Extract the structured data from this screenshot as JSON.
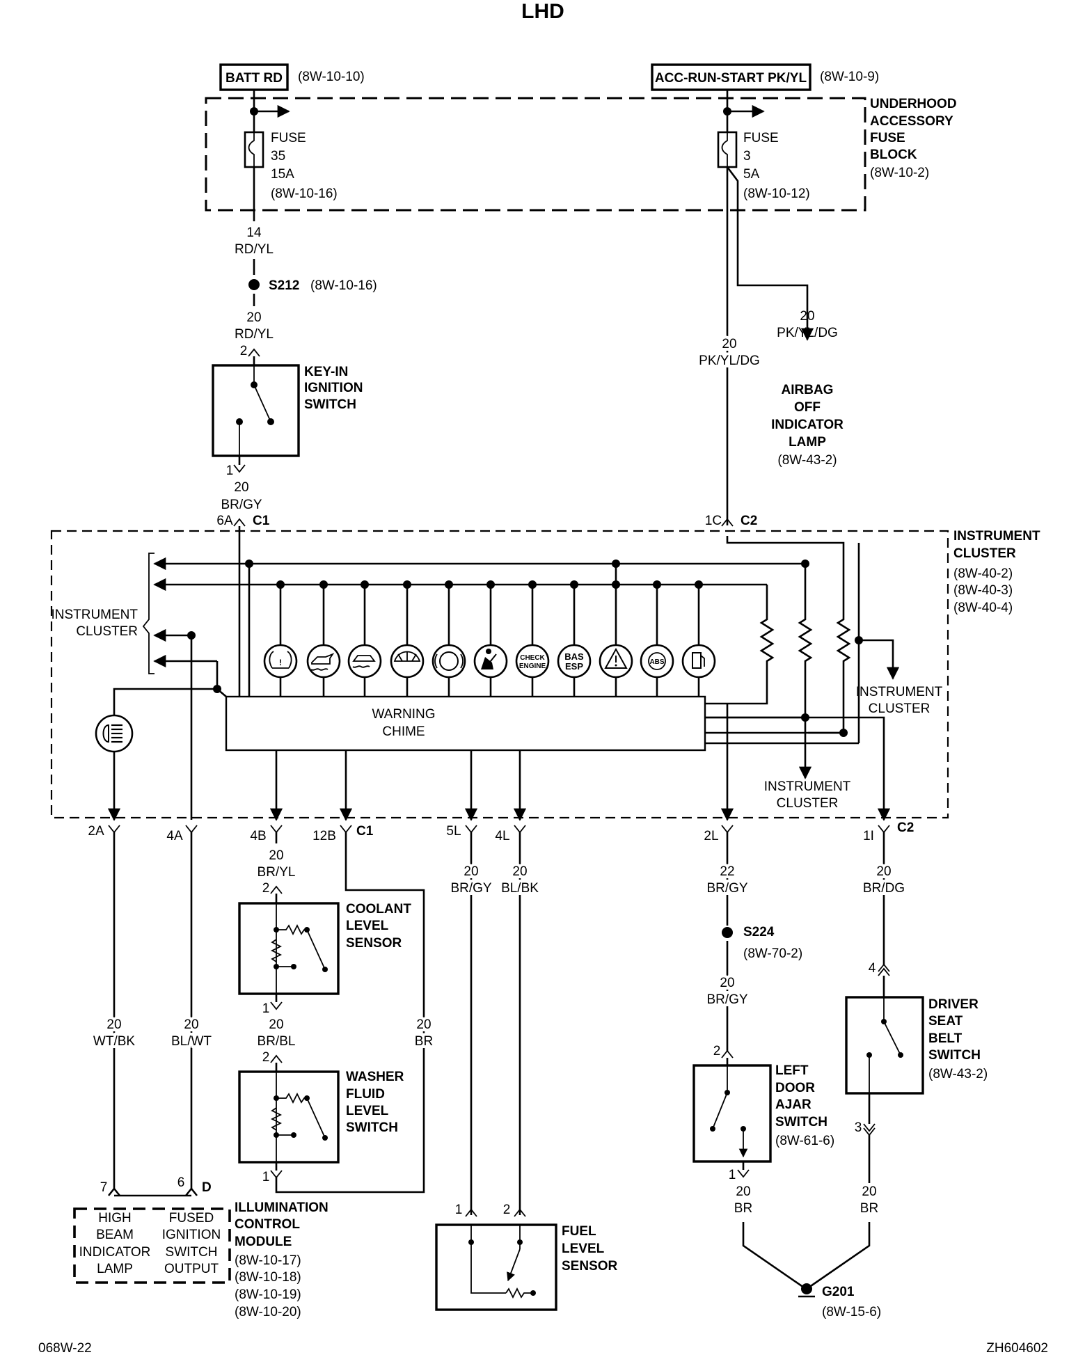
{
  "title": "LHD",
  "footer": {
    "left": "068W-22",
    "right": "ZH604602"
  },
  "batt": {
    "label": "BATT RD",
    "ref": "(8W-10-10)"
  },
  "acc": {
    "label": "ACC-RUN-START PK/YL",
    "ref": "(8W-10-9)"
  },
  "fuse_block": {
    "lines": [
      "UNDERHOOD",
      "ACCESSORY",
      "FUSE",
      "BLOCK"
    ],
    "ref": "(8W-10-2)"
  },
  "fuse35": {
    "lines": [
      "FUSE",
      "35",
      "15A"
    ],
    "ref": "(8W-10-16)"
  },
  "fuse3": {
    "lines": [
      "FUSE",
      "3",
      "5A"
    ],
    "ref": "(8W-10-12)"
  },
  "wire_rdyl_14": [
    "14",
    "RD/YL"
  ],
  "splice_s212": {
    "name": "S212",
    "ref": "(8W-10-16)"
  },
  "wire_rdyl_20": [
    "20",
    "RD/YL"
  ],
  "key_in": {
    "pin_top": "2",
    "pin_bottom": "1",
    "lines": [
      "KEY-IN",
      "IGNITION",
      "SWITCH"
    ]
  },
  "wire_brgy_c1": [
    "20",
    "BR/GY"
  ],
  "c1_top": {
    "pin": "6A",
    "conn": "C1"
  },
  "wire_pkyldg_airbag": [
    "20",
    "PK/YL/DG"
  ],
  "airbag": {
    "lines": [
      "AIRBAG",
      "OFF",
      "INDICATOR",
      "LAMP"
    ],
    "ref": "(8W-43-2)"
  },
  "wire_pkyldg_c2": [
    "20",
    "PK/YL/DG"
  ],
  "c2_top": {
    "pin": "1C",
    "conn": "C2"
  },
  "instrument_cluster": {
    "lines": [
      "INSTRUMENT",
      "CLUSTER"
    ],
    "refs": [
      "(8W-40-2)",
      "(8W-40-3)",
      "(8W-40-4)"
    ]
  },
  "ic_left": [
    "INSTRUMENT",
    "CLUSTER"
  ],
  "ic_right": [
    "INSTRUMENT",
    "CLUSTER"
  ],
  "ic_bottom": [
    "INSTRUMENT",
    "CLUSTER"
  ],
  "warning_chime": [
    "WARNING",
    "CHIME"
  ],
  "indicator_text": {
    "check": [
      "CHECK",
      "ENGINE"
    ],
    "bas": [
      "BAS",
      "ESP"
    ],
    "abs": "ABS"
  },
  "bottom_pins": {
    "p2a": "2A",
    "p4a": "4A",
    "p4b": "4B",
    "p12b": "12B",
    "c1": "C1",
    "p5l": "5L",
    "p4l": "4L",
    "p2l": "2L",
    "p1i": "1I",
    "c2": "C2"
  },
  "wire_bryl": [
    "20",
    "BR/YL"
  ],
  "coolant": {
    "pin_top": "2",
    "pin_bottom": "1",
    "lines": [
      "COOLANT",
      "LEVEL",
      "SENSOR"
    ]
  },
  "wire_brbl": [
    "20",
    "BR/BL"
  ],
  "washer": {
    "pin_top": "2",
    "pin_bottom": "1",
    "lines": [
      "WASHER",
      "FLUID",
      "LEVEL",
      "SWITCH"
    ]
  },
  "wire_wtbk": [
    "20",
    "WT/BK"
  ],
  "wire_blwt": [
    "20",
    "BL/WT"
  ],
  "wire_br_12b": [
    "20",
    "BR"
  ],
  "wire_brgy_5l": [
    "20",
    "BR/GY"
  ],
  "wire_blbk_4l": [
    "20",
    "BL/BK"
  ],
  "illum": {
    "pin7": "7",
    "pin6": "6",
    "conn": "D",
    "high_beam": [
      "HIGH",
      "BEAM",
      "INDICATOR",
      "LAMP"
    ],
    "fused": [
      "FUSED",
      "IGNITION",
      "SWITCH",
      "OUTPUT"
    ],
    "lines": [
      "ILLUMINATION",
      "CONTROL",
      "MODULE"
    ],
    "refs": [
      "(8W-10-17)",
      "(8W-10-18)",
      "(8W-10-19)",
      "(8W-10-20)"
    ]
  },
  "fuel": {
    "pin1": "1",
    "pin2": "2",
    "lines": [
      "FUEL",
      "LEVEL",
      "SENSOR"
    ]
  },
  "wire_brgy_22": [
    "22",
    "BR/GY"
  ],
  "splice_s224": {
    "name": "S224",
    "ref": "(8W-70-2)"
  },
  "wire_brgy_door": [
    "20",
    "BR/GY"
  ],
  "door": {
    "pin_top": "2",
    "pin_bottom": "1",
    "lines": [
      "LEFT",
      "DOOR",
      "AJAR",
      "SWITCH"
    ],
    "ref": "(8W-61-6)"
  },
  "wire_br_door": [
    "20",
    "BR"
  ],
  "wire_brdg": [
    "20",
    "BR/DG"
  ],
  "seat": {
    "pin_top": "4",
    "pin_bottom": "3",
    "lines": [
      "DRIVER",
      "SEAT",
      "BELT",
      "SWITCH"
    ],
    "ref": "(8W-43-2)"
  },
  "wire_br_seat": [
    "20",
    "BR"
  ],
  "ground": {
    "name": "G201",
    "ref": "(8W-15-6)"
  }
}
